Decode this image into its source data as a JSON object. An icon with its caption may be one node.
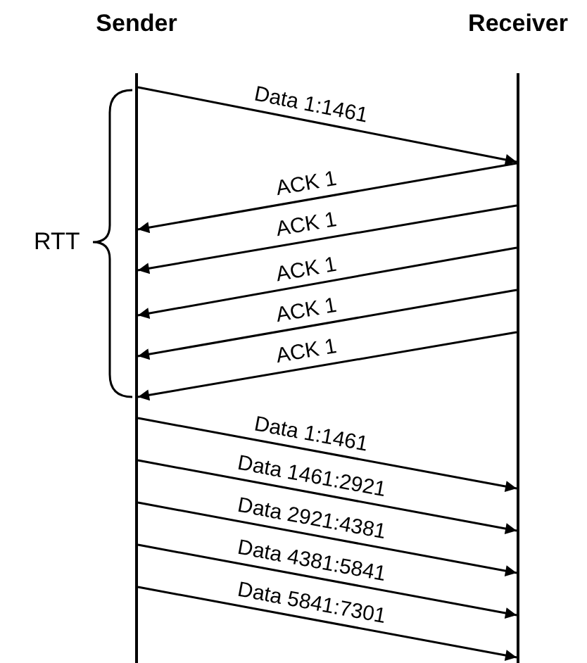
{
  "diagram": {
    "nodes": [
      {
        "text": [
          "Sender"
        ]
      },
      {
        "text": [
          "Receiver"
        ]
      }
    ],
    "edges": [
      {
        "from": 0,
        "to": 1,
        "arrow": "to",
        "label": "Data 1:1461"
      },
      {
        "from": 1,
        "to": 0,
        "arrow": "to",
        "label": "ACK 1"
      },
      {
        "from": 1,
        "to": 0,
        "arrow": "to",
        "label": "ACK 1"
      },
      {
        "from": 1,
        "to": 0,
        "arrow": "to",
        "label": "ACK 1"
      },
      {
        "from": 1,
        "to": 0,
        "arrow": "to",
        "label": "ACK 1"
      },
      {
        "from": 1,
        "to": 0,
        "arrow": "to",
        "label": "ACK 1"
      },
      {
        "from": 0,
        "to": 1,
        "arrow": "to",
        "label": "Data 1:1461"
      },
      {
        "from": 0,
        "to": 1,
        "arrow": "to",
        "label": "Data 1461:2921"
      },
      {
        "from": 0,
        "to": 1,
        "arrow": "to",
        "label": "Data 2921:4381"
      },
      {
        "from": 0,
        "to": 1,
        "arrow": "to",
        "label": "Data 4381:5841"
      },
      {
        "from": 0,
        "to": 1,
        "arrow": "to",
        "label": "Data 5841:7301"
      }
    ],
    "labels": [
      "RTT"
    ]
  }
}
